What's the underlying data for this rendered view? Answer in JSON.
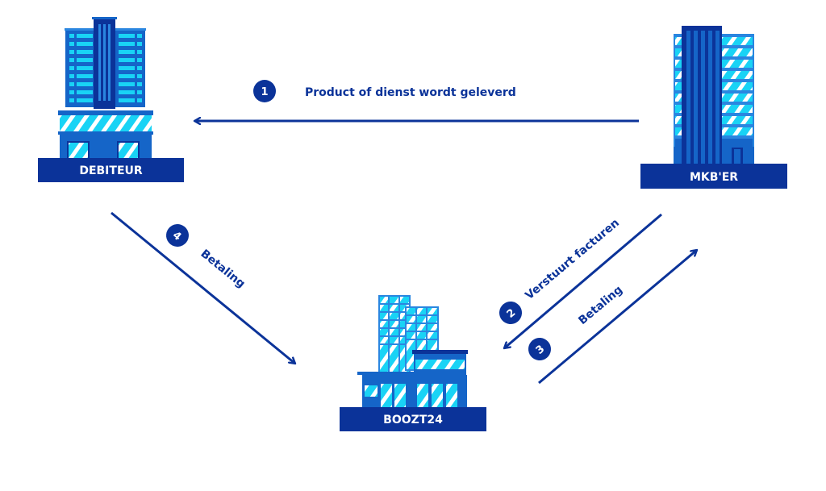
{
  "colors": {
    "dark_blue": "#0b3399",
    "mid_blue": "#1565c8",
    "light_blue": "#2a86e0",
    "cyan": "#19d3f5",
    "white": "#ffffff"
  },
  "nodes": {
    "debiteur": {
      "label": "DEBITEUR"
    },
    "mkber": {
      "label": "MKB'ER"
    },
    "boozt24": {
      "label": "BOOZT24"
    }
  },
  "steps": [
    {
      "number": "1",
      "label": "Product of dienst wordt geleverd",
      "from": "MKB'ER",
      "to": "DEBITEUR"
    },
    {
      "number": "2",
      "label": "Verstuurt facturen",
      "from": "MKB'ER",
      "to": "BOOZT24"
    },
    {
      "number": "3",
      "label": "Betaling",
      "from": "BOOZT24",
      "to": "MKB'ER"
    },
    {
      "number": "4",
      "label": "Betaling",
      "from": "DEBITEUR",
      "to": "BOOZT24"
    }
  ]
}
